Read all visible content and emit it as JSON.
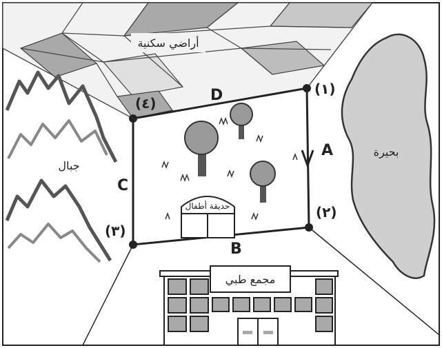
{
  "labels": {
    "residential": "أراضي سكنية",
    "lake": "بحيرة",
    "mountains": "جبال",
    "kindergarten": "حديقة أطفال",
    "medical": "مجمع طبي"
  },
  "sides": {
    "a": "A",
    "b": "B",
    "c": "C",
    "d": "D"
  },
  "vertices": {
    "v1": "(١)",
    "v2": "(٢)",
    "v3": "(٣)",
    "v4": "(٤)"
  },
  "colors": {
    "tile_dark": "#a9a9a9",
    "tile_light": "#e9e9e9",
    "lake": "#cfcfcf",
    "line": "#222222"
  }
}
